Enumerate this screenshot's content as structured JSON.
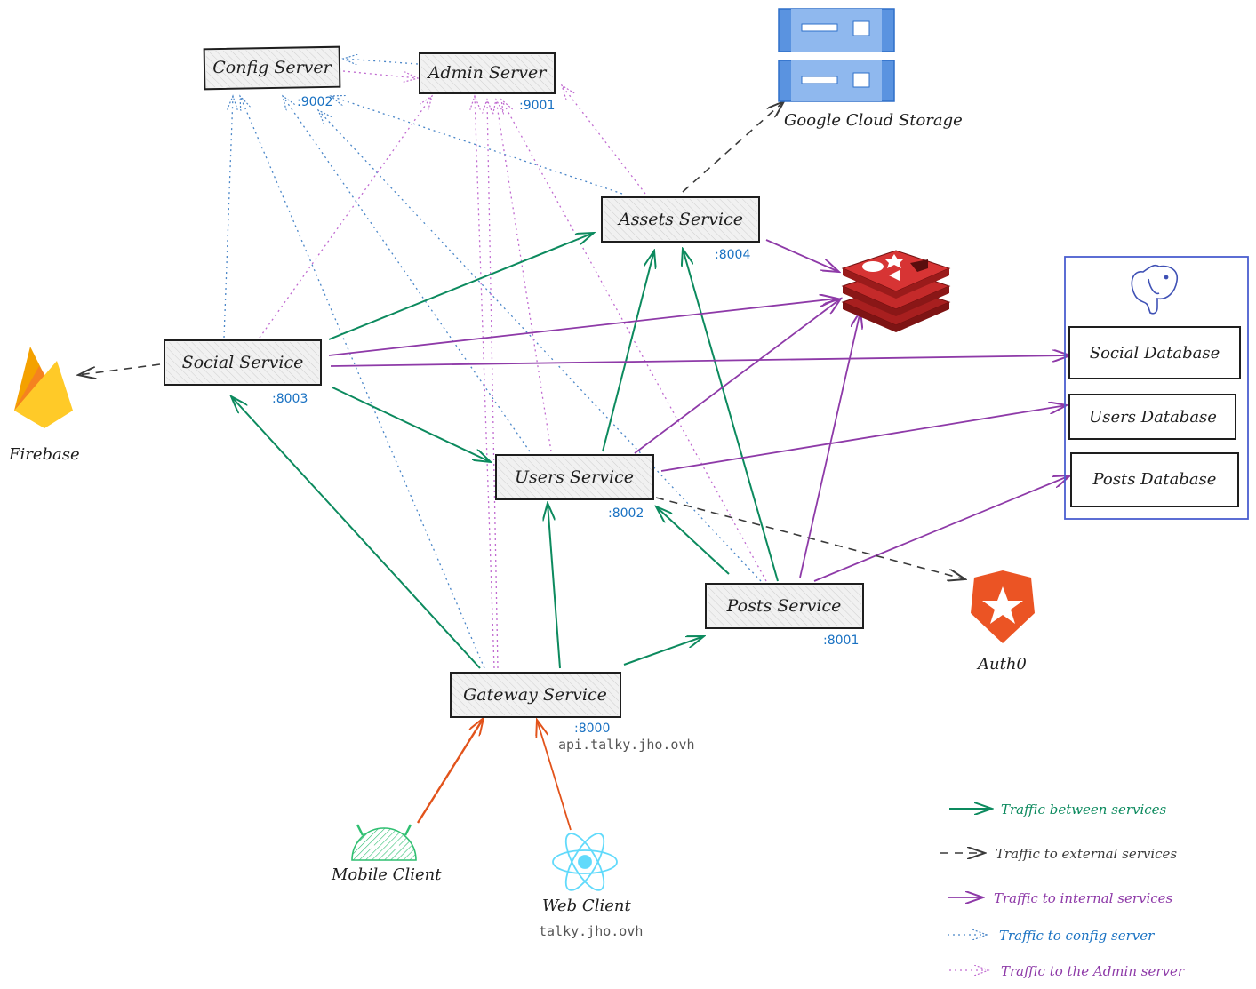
{
  "colors": {
    "service_traffic": "#0c8a5e",
    "external_traffic": "#3a3a3a",
    "internal_traffic": "#8e3aa8",
    "config_traffic": "#4a86c8",
    "admin_traffic": "#c06ad0",
    "client_traffic": "#e2531b",
    "port": "#1971c2"
  },
  "services": {
    "config": {
      "label": "Config Server",
      "port": ":9002"
    },
    "admin": {
      "label": "Admin Server",
      "port": ":9001"
    },
    "assets": {
      "label": "Assets Service",
      "port": ":8004"
    },
    "social": {
      "label": "Social Service",
      "port": ":8003"
    },
    "users": {
      "label": "Users Service",
      "port": ":8002"
    },
    "posts": {
      "label": "Posts Service",
      "port": ":8001"
    },
    "gateway": {
      "label": "Gateway Service",
      "port": ":8000",
      "host": "api.talky.jho.ovh"
    }
  },
  "external": {
    "gcs": {
      "label": "Google Cloud Storage",
      "icon": "cloud-storage-icon"
    },
    "firebase": {
      "label": "Firebase",
      "icon": "firebase-icon"
    },
    "auth0": {
      "label": "Auth0",
      "icon": "auth0-icon"
    },
    "redis": {
      "icon": "redis-icon"
    },
    "postgres": {
      "icon": "postgresql-icon"
    }
  },
  "databases": [
    "Social Database",
    "Users Database",
    "Posts Database"
  ],
  "clients": {
    "mobile": {
      "label": "Mobile Client",
      "icon": "android-icon"
    },
    "web": {
      "label": "Web Client",
      "host": "talky.jho.ovh",
      "icon": "react-icon"
    }
  },
  "legend": [
    {
      "label": "Traffic between services",
      "style": "service"
    },
    {
      "label": "Traffic to external services",
      "style": "external"
    },
    {
      "label": "Traffic to internal services",
      "style": "internal"
    },
    {
      "label": "Traffic to config server",
      "style": "config"
    },
    {
      "label": "Traffic to the Admin server",
      "style": "admin"
    }
  ]
}
